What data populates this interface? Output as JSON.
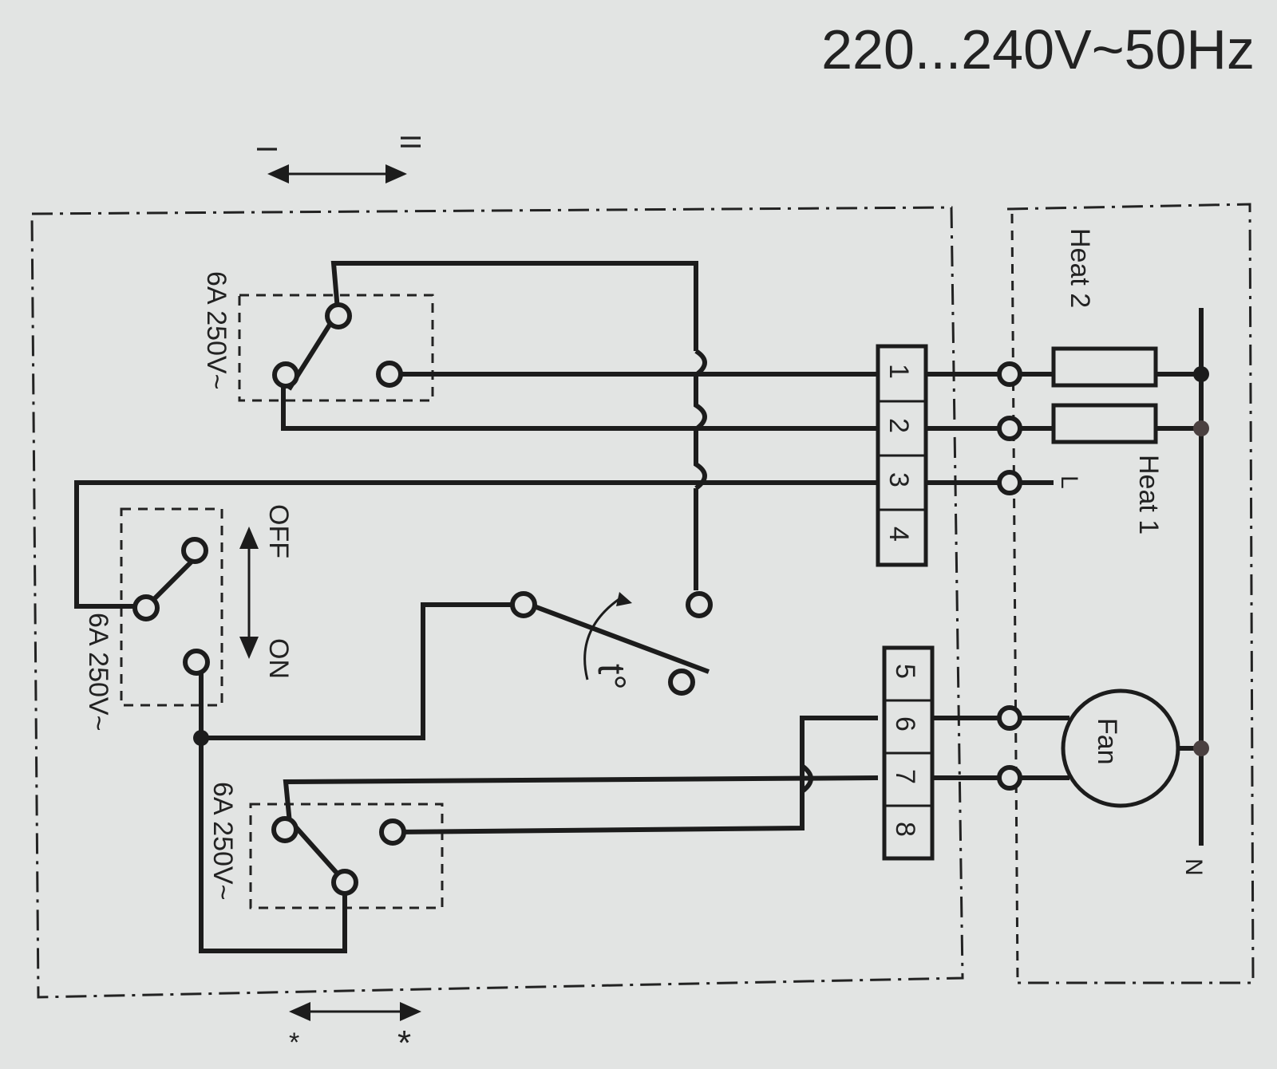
{
  "header": {
    "voltage": "220...240V~50Hz"
  },
  "switch_rating": "6A 250V~",
  "position_labels": {
    "left": "I",
    "right": "II",
    "bottom_left": "*",
    "bottom_right": "*"
  },
  "mode_switch": {
    "off": "OFF",
    "on": "ON"
  },
  "thermostat": {
    "symbol": "t°"
  },
  "terminal_block_top": [
    "1",
    "2",
    "3",
    "4"
  ],
  "terminal_block_bottom": [
    "5",
    "6",
    "7",
    "8"
  ],
  "loads": {
    "heat2": "Heat 2",
    "heat1": "Heat 1",
    "fan": "Fan"
  },
  "supply": {
    "line": "L",
    "neutral": "N"
  },
  "colors": {
    "background": "#e2e4e3",
    "ink": "#1c1c1c"
  }
}
